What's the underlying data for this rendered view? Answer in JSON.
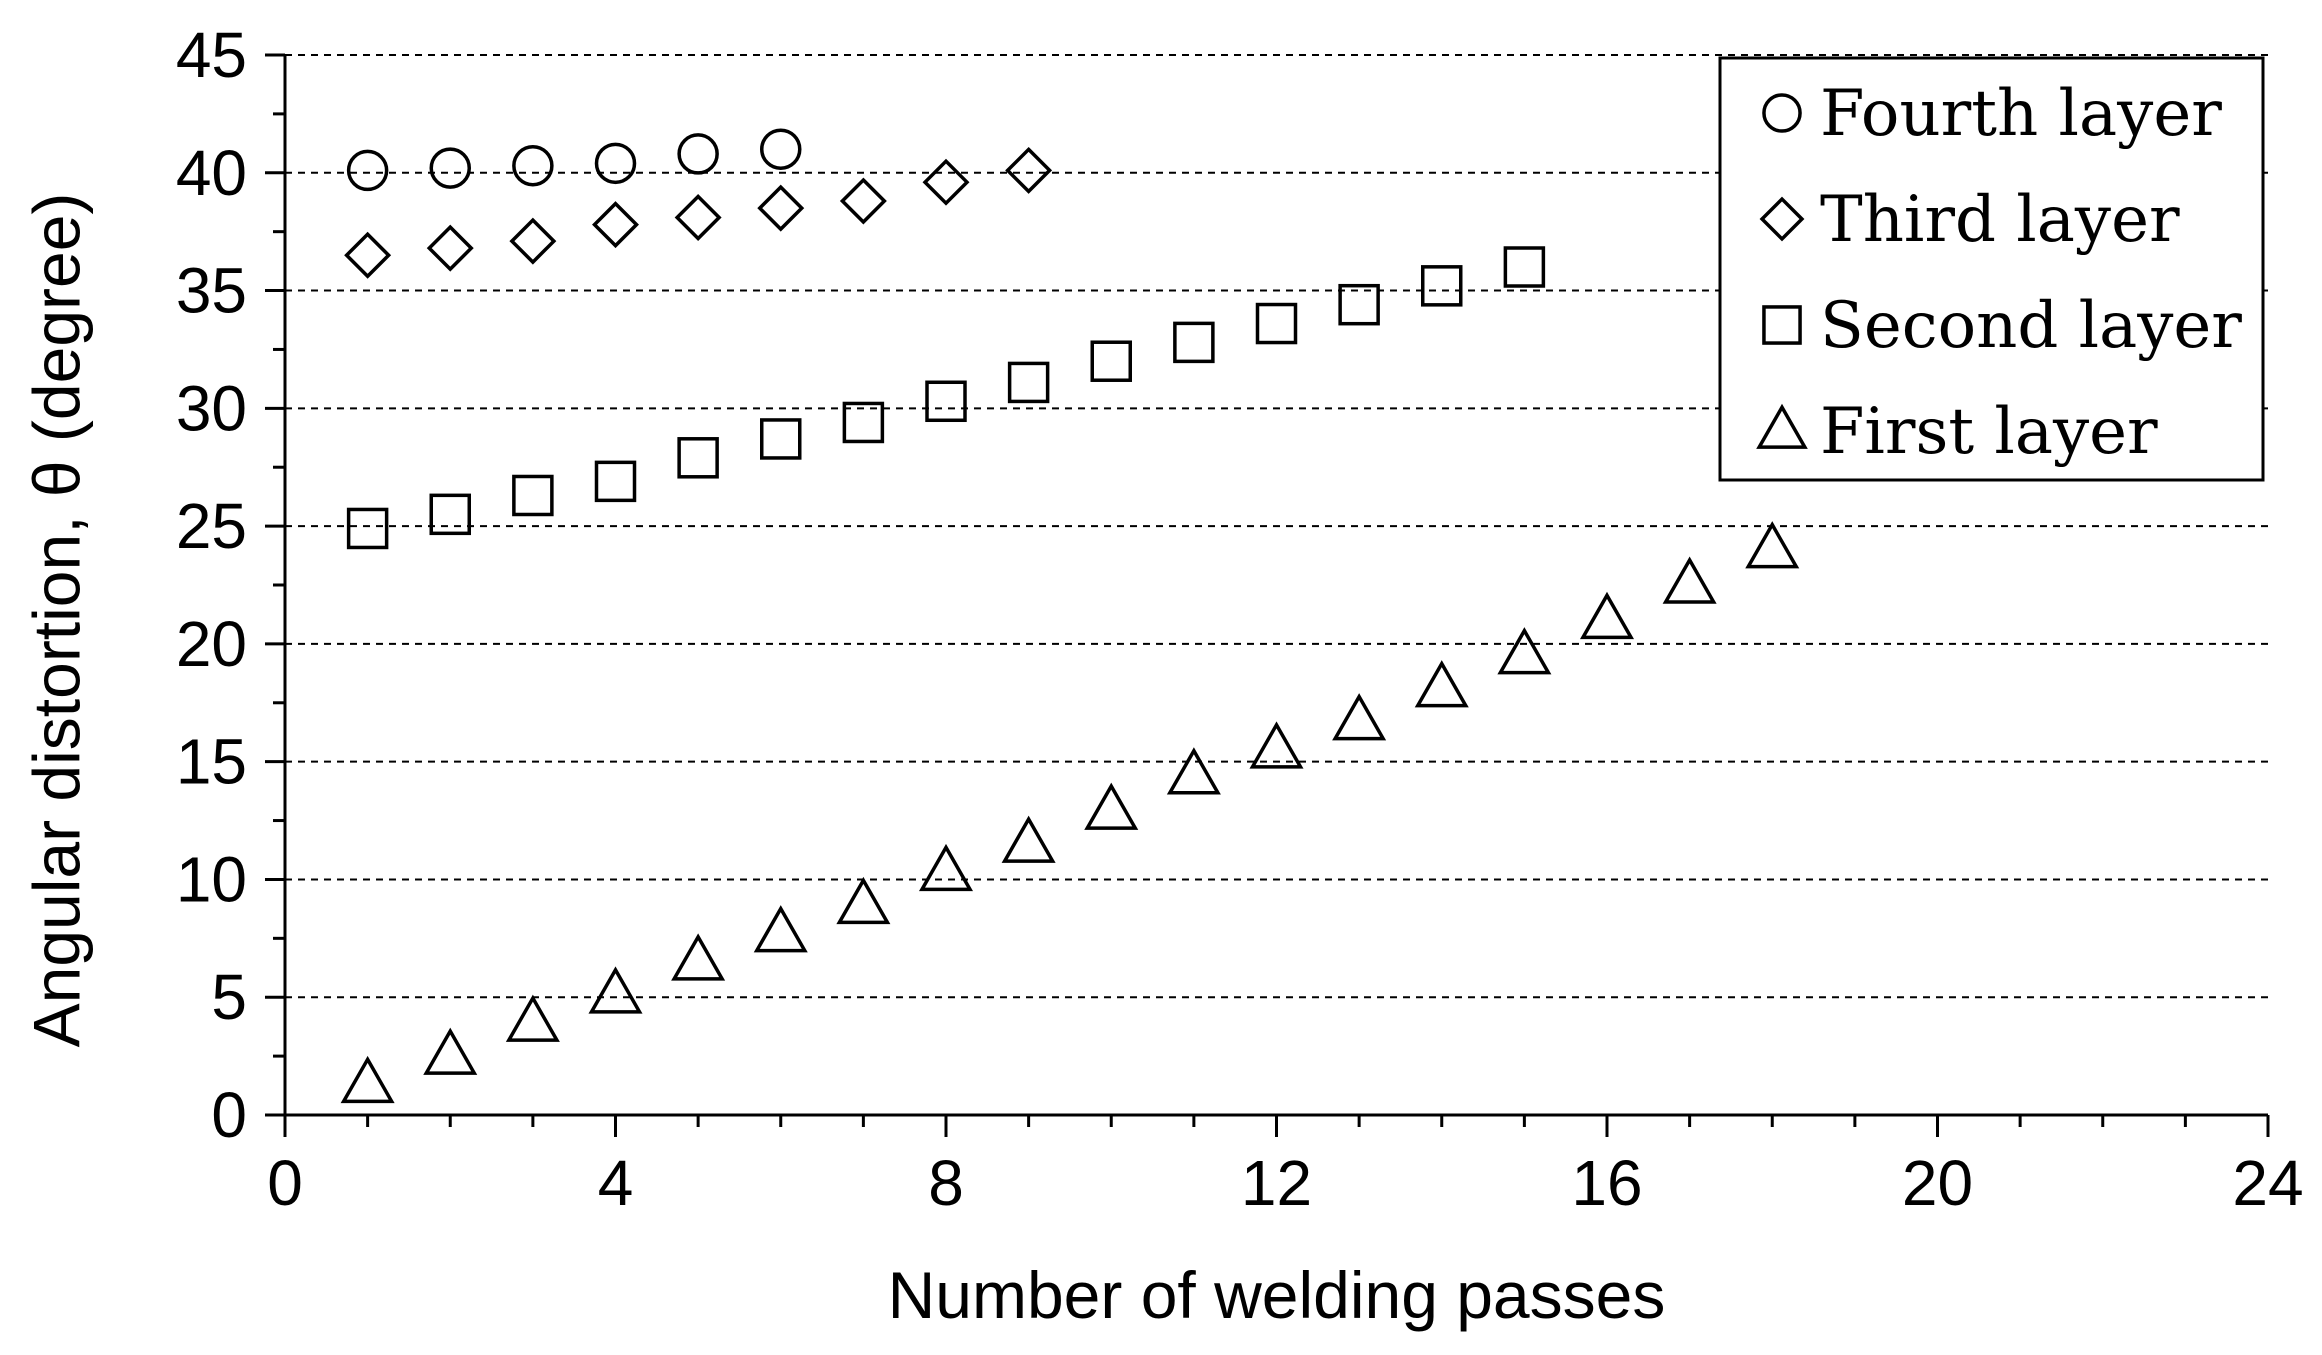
{
  "chart_data": {
    "type": "scatter",
    "xlabel": "Number of welding passes",
    "ylabel": "Angular distortion,  θ (degree)",
    "xlim": [
      0,
      24
    ],
    "ylim": [
      0,
      45
    ],
    "x_ticks": [
      0,
      4,
      8,
      12,
      16,
      20,
      24
    ],
    "y_ticks": [
      0,
      5,
      10,
      15,
      20,
      25,
      30,
      35,
      40,
      45
    ],
    "x_minor_step": 1,
    "y_minor_step": 2.5,
    "grid": "horizontal dashed at major y ticks",
    "legend_position": "top-right",
    "series": [
      {
        "name": "Fourth layer",
        "marker": "circle",
        "x": [
          1,
          2,
          3,
          4,
          5,
          6
        ],
        "y": [
          40.1,
          40.2,
          40.3,
          40.4,
          40.8,
          41.0
        ]
      },
      {
        "name": "Third layer",
        "marker": "diamond",
        "x": [
          1,
          2,
          3,
          4,
          5,
          6,
          7,
          8,
          9
        ],
        "y": [
          36.5,
          36.8,
          37.1,
          37.8,
          38.1,
          38.5,
          38.8,
          39.6,
          40.1
        ]
      },
      {
        "name": "Second layer",
        "marker": "square",
        "x": [
          1,
          2,
          3,
          4,
          5,
          6,
          7,
          8,
          9,
          10,
          11,
          12,
          13,
          14,
          15
        ],
        "y": [
          24.9,
          25.5,
          26.3,
          26.9,
          27.9,
          28.7,
          29.4,
          30.3,
          31.1,
          32.0,
          32.8,
          33.6,
          34.4,
          35.2,
          36.0
        ]
      },
      {
        "name": "First layer",
        "marker": "triangle",
        "x": [
          1,
          2,
          3,
          4,
          5,
          6,
          7,
          8,
          9,
          10,
          11,
          12,
          13,
          14,
          15,
          16,
          17,
          18
        ],
        "y": [
          1.3,
          2.5,
          3.9,
          5.1,
          6.5,
          7.7,
          8.9,
          10.3,
          11.5,
          12.9,
          14.4,
          15.5,
          16.7,
          18.1,
          19.5,
          21.0,
          22.5,
          24.0
        ]
      }
    ]
  }
}
